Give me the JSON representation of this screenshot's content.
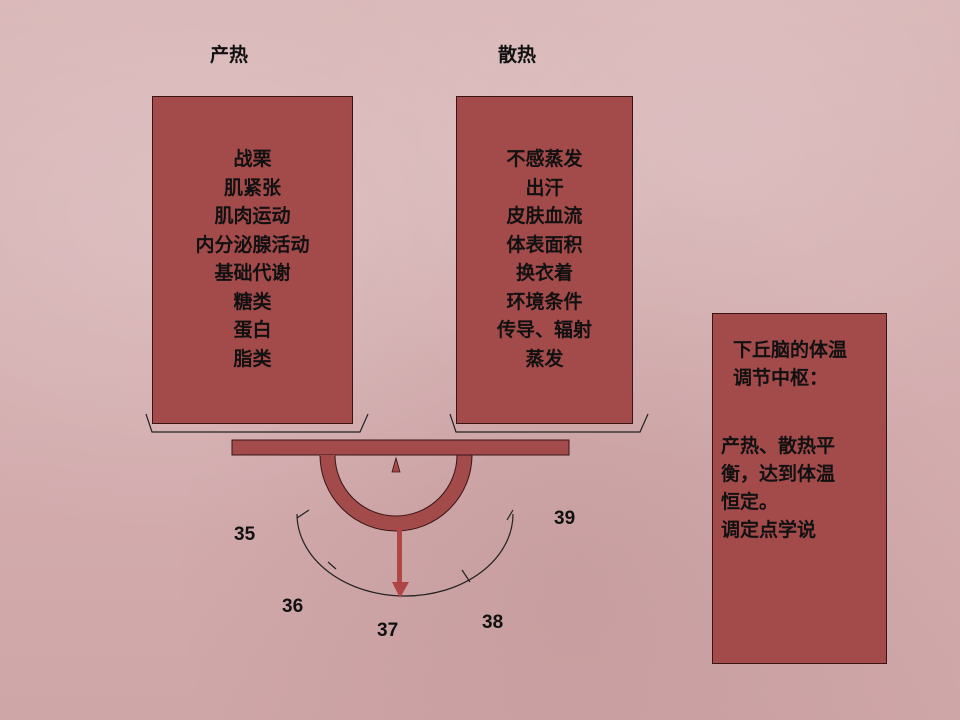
{
  "left": {
    "heading": "产热",
    "items": [
      "战栗",
      "肌紧张",
      "肌肉运动",
      "内分泌腺活动",
      "基础代谢",
      "糖类",
      "蛋白",
      "脂类"
    ]
  },
  "right": {
    "heading": "散热",
    "items": [
      "不感蒸发",
      "出汗",
      "皮肤血流",
      "体表面积",
      "换衣着",
      "环境条件",
      "传导、辐射",
      "蒸发"
    ]
  },
  "side_box": {
    "title": "下丘脑的体温\n调节中枢：",
    "body": "产热、散热平\n衡，达到体温\n恒定。\n调定点学说"
  },
  "scale": {
    "labels": [
      "35",
      "36",
      "37",
      "38",
      "39"
    ],
    "current_value": 37
  },
  "colors": {
    "box_fill": "#a34a4b",
    "pointer": "#b04545"
  }
}
